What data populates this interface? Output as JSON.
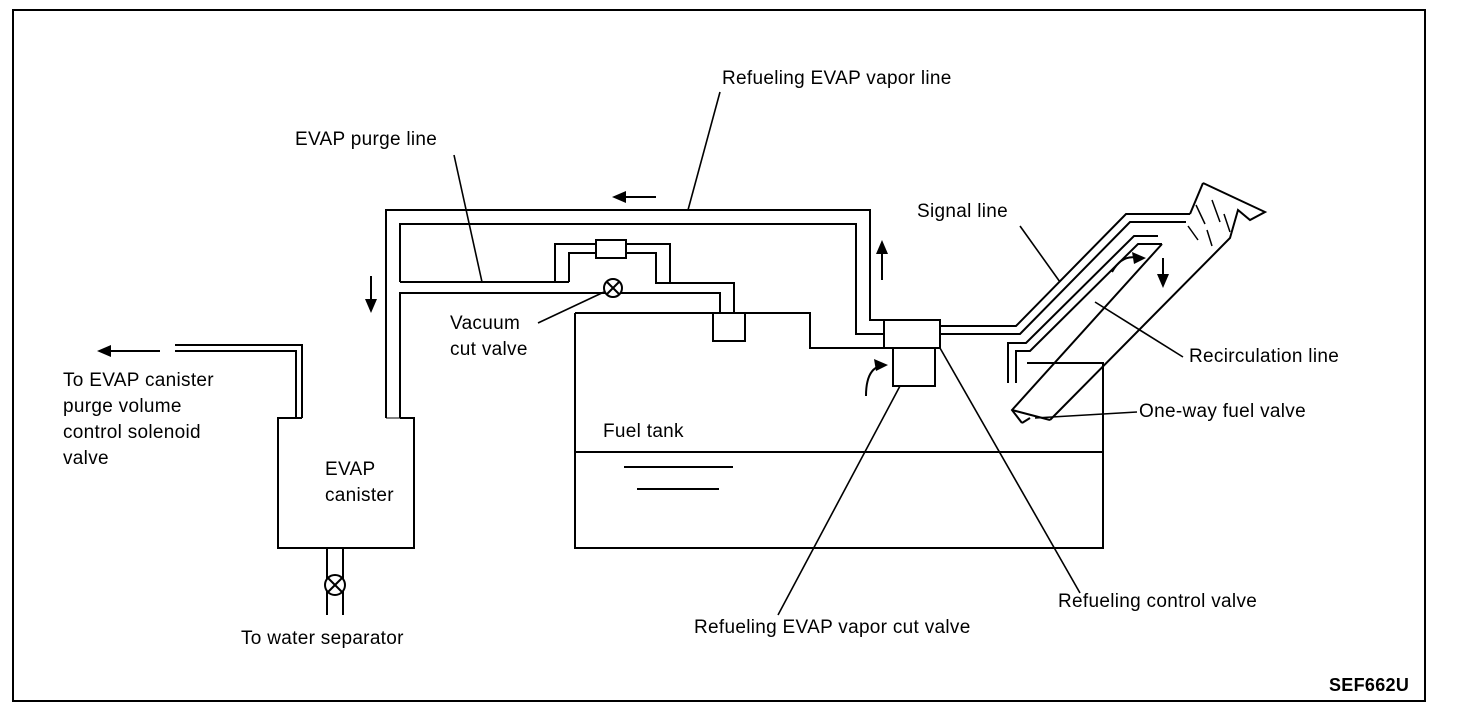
{
  "labels": {
    "refueling_evap_vapor_line": "Refueling EVAP vapor line",
    "evap_purge_line": "EVAP purge line",
    "signal_line": "Signal line",
    "vacuum_cut_valve": "Vacuum\ncut valve",
    "to_purge_volume_valve": "To EVAP canister\npurge volume\ncontrol solenoid\nvalve",
    "evap_canister": "EVAP\ncanister",
    "fuel_tank": "Fuel tank",
    "recirculation_line": "Recirculation line",
    "one_way_fuel_valve": "One-way fuel valve",
    "refueling_control_valve": "Refueling control valve",
    "refueling_evap_vapor_cut_valve": "Refueling EVAP vapor cut valve",
    "to_water_separator": "To water separator",
    "figure_code": "SEF662U"
  }
}
